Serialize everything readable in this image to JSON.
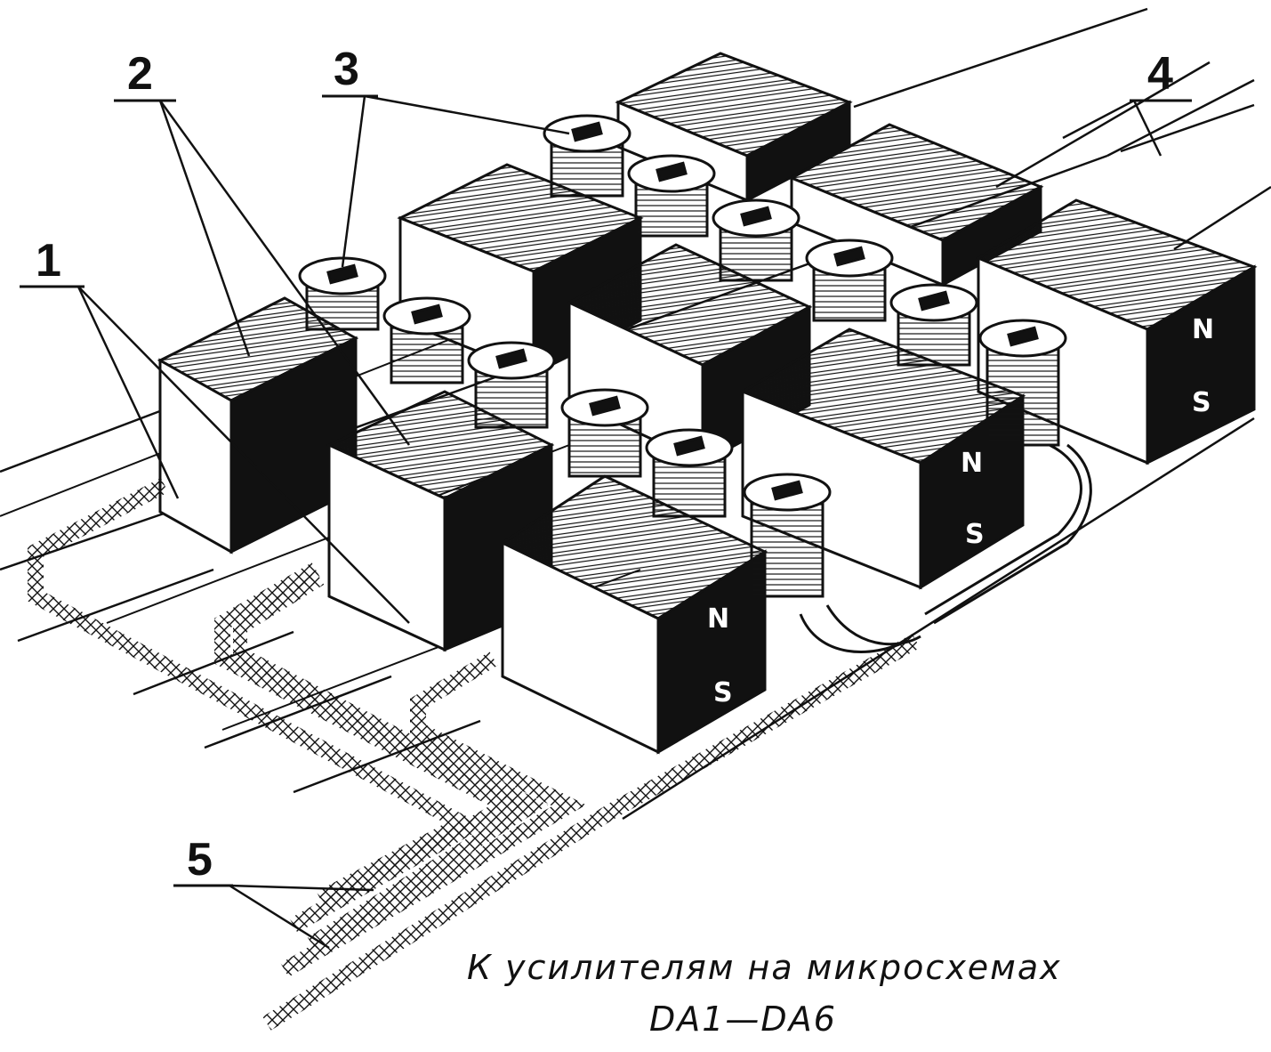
{
  "callouts": {
    "label_1": "1",
    "label_2": "2",
    "label_3": "3",
    "label_4": "4",
    "label_5": "5"
  },
  "caption": {
    "line1": "К усилителям на микросхемах",
    "line2": "DA1—DA6"
  },
  "pole_labels": {
    "north": "N",
    "south": "S"
  },
  "colors": {
    "ink": "#111111",
    "paper": "#ffffff"
  }
}
